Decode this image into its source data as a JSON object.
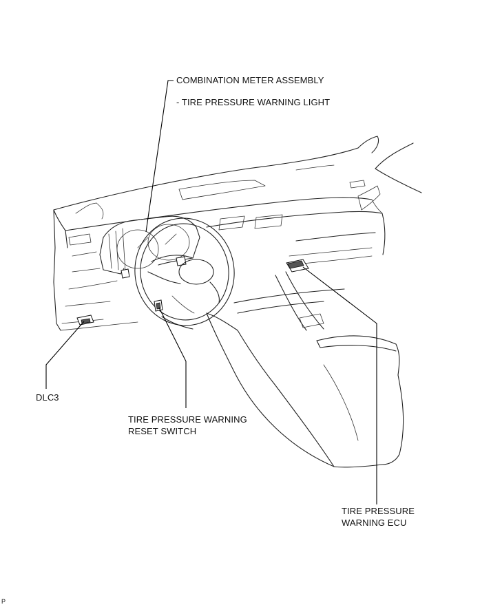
{
  "labels": {
    "combination_meter": "COMBINATION METER ASSEMBLY",
    "combination_meter_sub": "- TIRE PRESSURE WARNING LIGHT",
    "dlc3": "DLC3",
    "reset_switch_line1": "TIRE PRESSURE WARNING",
    "reset_switch_line2": "RESET SWITCH",
    "ecu_line1": "TIRE PRESSURE",
    "ecu_line2": "WARNING ECU",
    "corner_code": "P"
  }
}
